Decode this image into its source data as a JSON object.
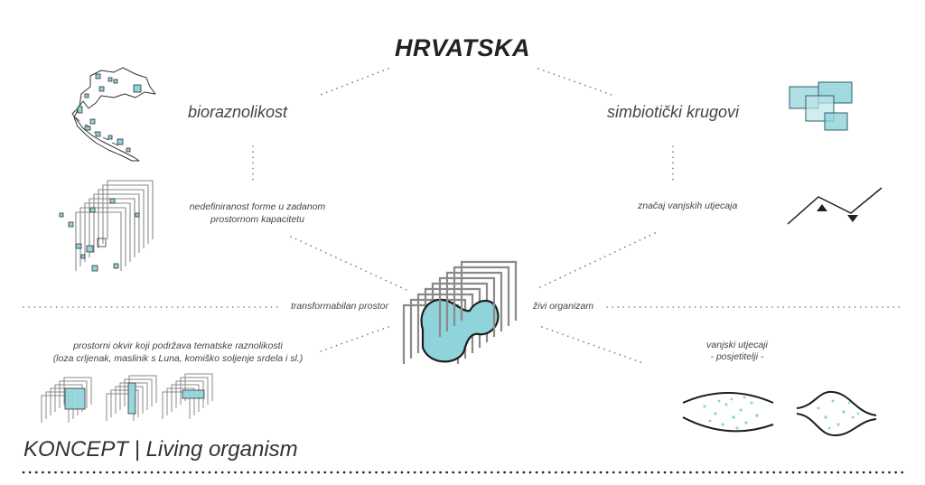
{
  "title": "HRVATSKA",
  "left_label": "bioraznolikost",
  "right_label": "simbiotički krugovi",
  "left_note_lines": [
    "nedefiniranost forme u zadanom",
    "prostornom kapacitetu"
  ],
  "right_note": "značaj vanjskih utjecaja",
  "center_left_label": "transformabilan prostor",
  "center_right_label": "živi organizam",
  "bottom_left_lines": [
    "prostorni okvir koji podržava tematske raznolikosti",
    "(loza crljenak, maslinik s Luna, komiško soljenje srdela i sl.)"
  ],
  "bottom_right_lines": [
    "vanjski utjecaji",
    "- posjetitelji -"
  ],
  "footer": "KONCEPT | Living organism",
  "colors": {
    "accent": "#8fd3db",
    "line": "#222222",
    "frame": "#8a8a8a",
    "dots": "#777777"
  }
}
